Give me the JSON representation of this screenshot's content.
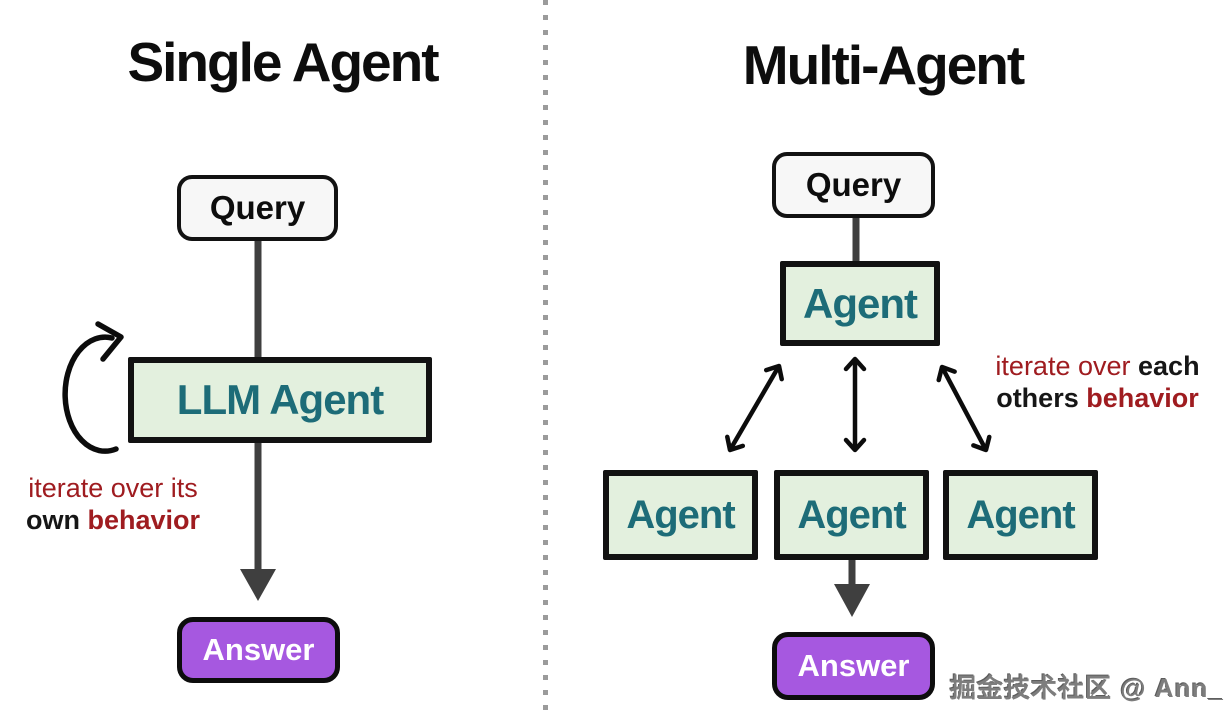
{
  "left_panel": {
    "title": "Single Agent",
    "query_label": "Query",
    "agent_label": "LLM Agent",
    "answer_label": "Answer",
    "annotation": {
      "line1_red": "iterate over its",
      "line2_black": "own",
      "line2_red": "behavior"
    }
  },
  "right_panel": {
    "title": "Multi-Agent",
    "query_label": "Query",
    "coordinator_label": "Agent",
    "worker_agents": [
      "Agent",
      "Agent",
      "Agent"
    ],
    "answer_label": "Answer",
    "annotation": {
      "line1_red": "iterate over",
      "line1_black": "each",
      "line2_black": "others",
      "line2_red": "behavior"
    }
  },
  "watermark": "掘金技术社区 @ Ann_",
  "colors": {
    "agent_box_bg": "#e3f0de",
    "agent_text_teal": "#1d6c78",
    "answer_box_purple": "#a658e0",
    "query_box_bg": "#f7f7f7",
    "annotation_red": "#9f1c20",
    "connector_gray": "#3f3f3f",
    "arrow_black": "#0c0c0c",
    "box_border_black": "#121212",
    "divider_gray": "#9b9b9b"
  }
}
